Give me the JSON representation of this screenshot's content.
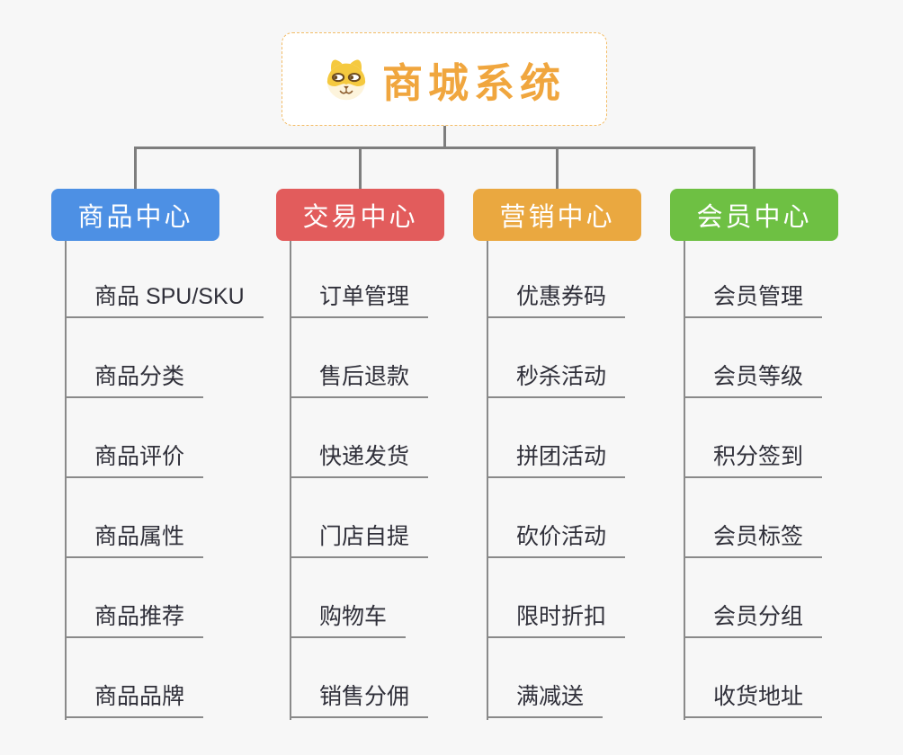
{
  "root": {
    "title": "商城系统",
    "accent_color": "#F0A63E",
    "border_color": "#f3bd68",
    "icon": "dog-icon"
  },
  "branches": [
    {
      "label": "商品中心",
      "color": "#4D90E4",
      "items": [
        "商品 SPU/SKU",
        "商品分类",
        "商品评价",
        "商品属性",
        "商品推荐",
        "商品品牌"
      ]
    },
    {
      "label": "交易中心",
      "color": "#E25C5C",
      "items": [
        "订单管理",
        "售后退款",
        "快递发货",
        "门店自提",
        "购物车",
        "销售分佣"
      ]
    },
    {
      "label": "营销中心",
      "color": "#EAA840",
      "items": [
        "优惠券码",
        "秒杀活动",
        "拼团活动",
        "砍价活动",
        "限时折扣",
        "满减送"
      ]
    },
    {
      "label": "会员中心",
      "color": "#6EC043",
      "items": [
        "会员管理",
        "会员等级",
        "积分签到",
        "会员标签",
        "会员分组",
        "收货地址"
      ]
    }
  ],
  "connector_color": "#7e7e7e",
  "background_color": "#f7f7f7"
}
